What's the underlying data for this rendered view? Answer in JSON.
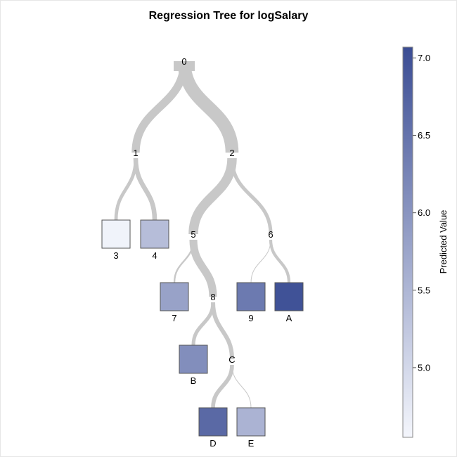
{
  "title": "Regression Tree for logSalary",
  "colorbar": {
    "label": "Predicted Value",
    "ticks": [
      "7.0",
      "6.5",
      "6.0",
      "5.5",
      "5.0"
    ],
    "tick_values": [
      7.0,
      6.5,
      6.0,
      5.5,
      5.0
    ],
    "range": [
      4.55,
      7.07
    ],
    "color_low": "#f4f6fc",
    "color_high": "#3b4d94"
  },
  "tree": {
    "root": "0",
    "splits": [
      {
        "id": "0",
        "label": "0",
        "children": [
          "1",
          "2"
        ]
      },
      {
        "id": "1",
        "label": "1",
        "children": [
          "3",
          "4"
        ]
      },
      {
        "id": "2",
        "label": "2",
        "children": [
          "5",
          "6"
        ]
      },
      {
        "id": "5",
        "label": "5",
        "children": [
          "7",
          "8"
        ]
      },
      {
        "id": "6",
        "label": "6",
        "children": [
          "9",
          "A"
        ]
      },
      {
        "id": "8",
        "label": "8",
        "children": [
          "B",
          "C"
        ]
      },
      {
        "id": "C",
        "label": "C",
        "children": [
          "D",
          "E"
        ]
      }
    ],
    "leaves": [
      {
        "id": "3",
        "label": "3",
        "value": 4.6
      },
      {
        "id": "4",
        "label": "4",
        "value": 5.4
      },
      {
        "id": "7",
        "label": "7",
        "value": 5.8
      },
      {
        "id": "9",
        "label": "9",
        "value": 6.4
      },
      {
        "id": "A",
        "label": "A",
        "value": 7.0
      },
      {
        "id": "B",
        "label": "B",
        "value": 6.1
      },
      {
        "id": "D",
        "label": "D",
        "value": 6.65
      },
      {
        "id": "E",
        "label": "E",
        "value": 5.55
      }
    ],
    "branch_weights": {
      "0-1": 0.38,
      "0-2": 0.62,
      "1-3": 0.16,
      "1-4": 0.22,
      "2-5": 0.45,
      "2-6": 0.17,
      "5-7": 0.08,
      "5-8": 0.37,
      "6-9": 0.03,
      "6-A": 0.14,
      "8-B": 0.17,
      "8-C": 0.2,
      "C-D": 0.19,
      "C-E": 0.01
    }
  }
}
